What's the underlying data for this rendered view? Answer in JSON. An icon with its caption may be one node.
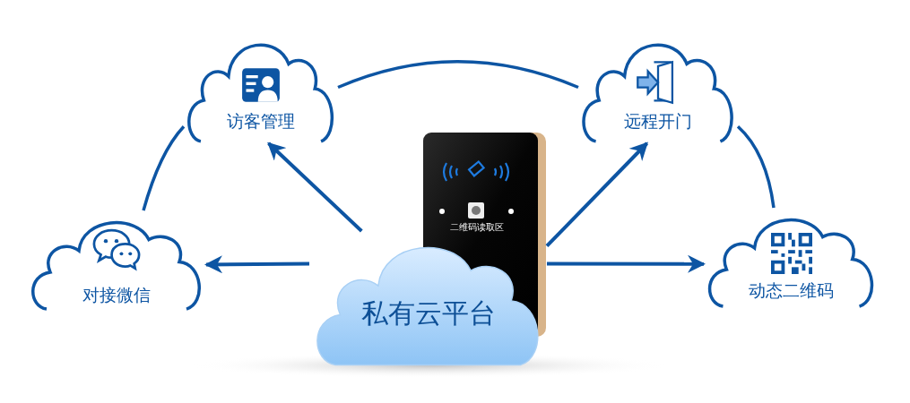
{
  "diagram": {
    "nodes": [
      {
        "text": [
          "访客管理"
        ]
      },
      {
        "text": [
          "远程开门"
        ]
      },
      {
        "text": [
          "对接微信"
        ]
      },
      {
        "text": [
          "动态二维码"
        ]
      },
      {
        "text": [
          "私有云平台"
        ]
      }
    ],
    "edges": [
      {
        "from": 4,
        "to": 0,
        "arrow": "to"
      },
      {
        "from": 4,
        "to": 1,
        "arrow": "to"
      },
      {
        "from": 4,
        "to": 2,
        "arrow": "to"
      },
      {
        "from": 4,
        "to": 3,
        "arrow": "to"
      },
      {
        "from": 2,
        "to": 0,
        "arrow": "none"
      },
      {
        "from": 0,
        "to": 1,
        "arrow": "none"
      },
      {
        "from": 1,
        "to": 3,
        "arrow": "none"
      }
    ],
    "labels": [
      "二维码读取区"
    ]
  }
}
